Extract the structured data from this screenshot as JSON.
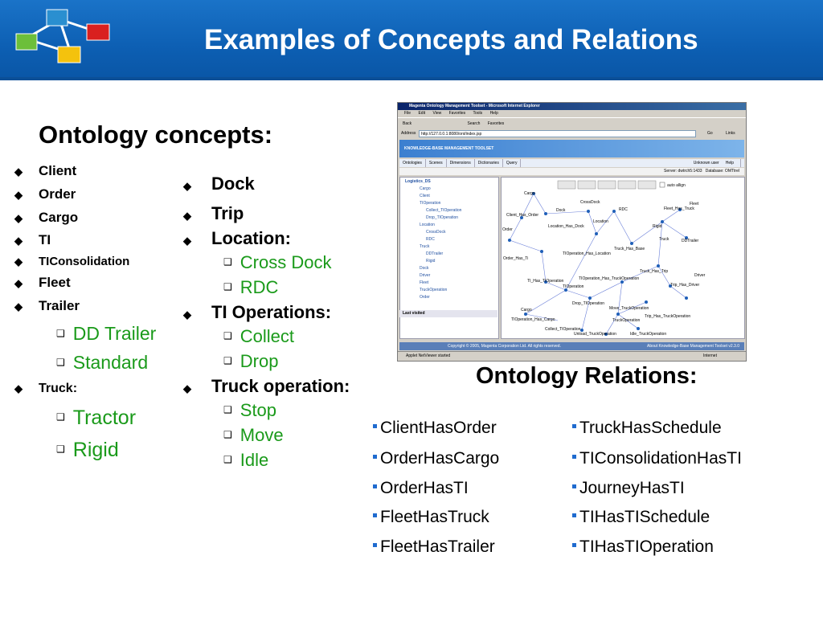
{
  "header": {
    "title": "Examples of Concepts and Relations"
  },
  "concepts": {
    "heading": "Ontology concepts:",
    "col1": [
      "Client",
      "Order",
      "Cargo",
      "TI",
      "TIConsolidation",
      "Fleet",
      "Trailer"
    ],
    "trailer_types": [
      "DD Trailer",
      "Standard"
    ],
    "truck_label": "Truck:",
    "truck_types": [
      "Tractor",
      "Rigid"
    ],
    "col2_top": [
      "Dock",
      "Trip",
      "Location:"
    ],
    "location_types": [
      "Cross Dock",
      "RDC"
    ],
    "ti_ops_label": "TI Operations:",
    "ti_ops": [
      "Collect",
      "Drop"
    ],
    "truck_op_label": "Truck operation:",
    "truck_ops": [
      "Stop",
      "Move",
      "Idle"
    ]
  },
  "relations": {
    "heading": "Ontology Relations:",
    "col1": [
      "ClientHasOrder",
      "OrderHasCargo",
      "OrderHasTI",
      "FleetHasTruck",
      "FleetHasTrailer"
    ],
    "col2": [
      "TruckHasSchedule",
      "TIConsolidationHasTI",
      "JourneyHasTI",
      "TIHasTISchedule",
      "TIHasTIOperation"
    ]
  },
  "screenshot": {
    "window_title": "Magenta Ontology Management Toolset - Microsoft Internet Explorer",
    "menu": [
      "File",
      "Edit",
      "View",
      "Favorites",
      "Tools",
      "Help"
    ],
    "toolbar": [
      "Back",
      "Search",
      "Favorites"
    ],
    "address_label": "Address",
    "address": "http://127.0.0.1:8080/ont/index.jsp",
    "go": "Go",
    "links": "Links",
    "banner": "KNOWLEDGE-BASE MANAGEMENT TOOLSET",
    "tabs": [
      "Ontologies",
      "Scenes",
      "Dimensions",
      "Dictionaries",
      "Query"
    ],
    "user": "Unknown user",
    "help": "Help",
    "server": "Server: dwtrch5:1433",
    "db": "Database: OMTtrel",
    "auto_align": "auto allign",
    "tree": [
      "Logistics_DS",
      "Cargo",
      "Client",
      "TIOperation",
      "Collect_TIOperation",
      "Drop_TIOperation",
      "Location",
      "CrossDock",
      "RDC",
      "Truck",
      "DDTrailer",
      "Rigid",
      "Dock",
      "Driver",
      "Fleet",
      "TruckOperation",
      "Order"
    ],
    "last_visited": "Last visited",
    "graph_labels": [
      "Cargo",
      "Client_Has_Order",
      "Dock",
      "CrossDock",
      "RDC",
      "Fleet",
      "Fleet_Has_Truck",
      "Order",
      "Location_Has_Dock",
      "Location",
      "Truck_Has_Base",
      "Rigid",
      "Truck",
      "DDTrailer",
      "Order_Has_Ti",
      "TIOperation_Has_Location",
      "Truck_Has_Trip",
      "Driver",
      "TI_Has_TIOperation",
      "TIOperation_Has_TruckOperation",
      "Trip_Has_Driver",
      "TIOperation",
      "Drop_TIOperation",
      "Move_TruckOperation",
      "Cargo",
      "TIOperation_Has_Cargo",
      "TruckOperation",
      "Trip_Has_TruckOperation",
      "Collect_TIOperation",
      "Unload_TruckOperation",
      "Idle_TruckOperation"
    ],
    "footer": "Copyright © 2005, Magenta Corporation Ltd. All rights reserved.",
    "footer_right": "About Knowledge-Base Management Toolset v2.3.0",
    "status": "Applet NetViewer started",
    "zone": "Internet"
  }
}
